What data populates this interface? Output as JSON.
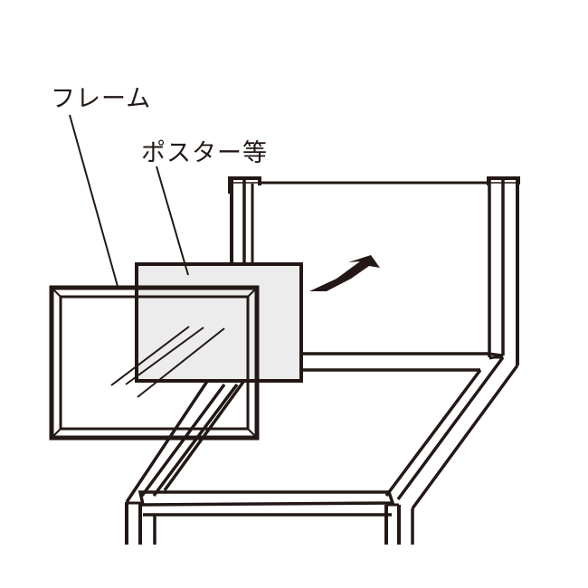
{
  "diagram": {
    "title": "",
    "labels": {
      "frame": "フレーム",
      "poster": "ポスター等"
    },
    "colors": {
      "stroke": "#231815",
      "poster_fill": "#ececec",
      "background": "#ffffff"
    },
    "parts": [
      {
        "id": "frame",
        "description": "picture frame with glass"
      },
      {
        "id": "poster",
        "description": "poster sheet"
      },
      {
        "id": "stand",
        "description": "tubular stand frame"
      },
      {
        "id": "arrow",
        "description": "insertion direction arrow"
      }
    ]
  }
}
